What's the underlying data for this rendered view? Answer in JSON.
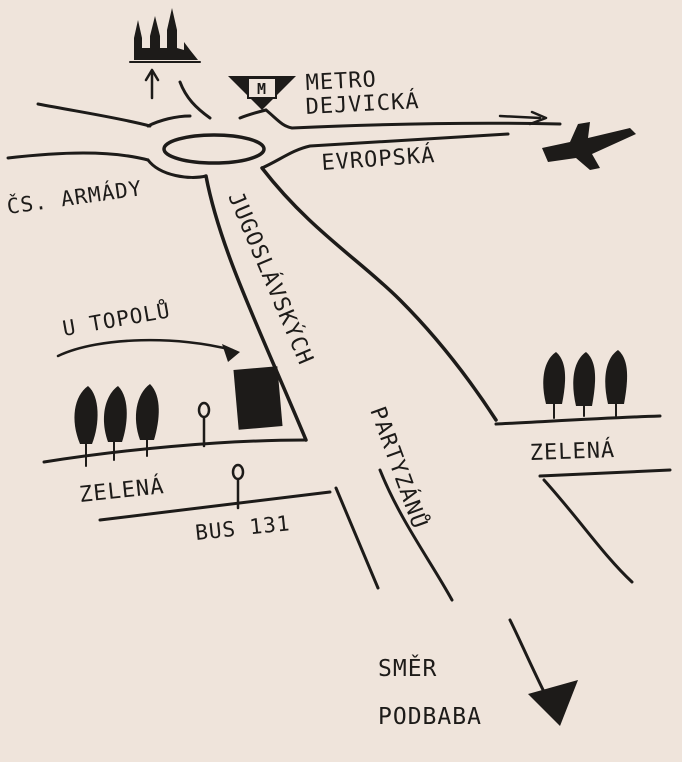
{
  "labels": {
    "metro": "METRO",
    "metro_station": "DEJVICKÁ",
    "metro_sign": "M",
    "evropska": "EVROPSKÁ",
    "cs_armady": "ČS. ARMÁDY",
    "jugoslavskych": "JUGOSLÁVSKÝCH",
    "partyzanu": "PARTYZÁNŮ",
    "u_topolu": "U TOPOLŮ",
    "zelena_left": "ZELENÁ",
    "zelena_right": "ZELENÁ",
    "bus": "BUS 131",
    "smer": "SMĚR",
    "podbaba": "PODBABA"
  },
  "icons": {
    "castle": "castle-icon",
    "metro": "metro-sign-icon",
    "airplane": "airplane-icon",
    "tree": "cypress-tree-icon",
    "bus_stop": "bus-stop-icon",
    "destination": "building-marker"
  },
  "colors": {
    "paper": "#efe4db",
    "ink": "#1d1b19"
  }
}
